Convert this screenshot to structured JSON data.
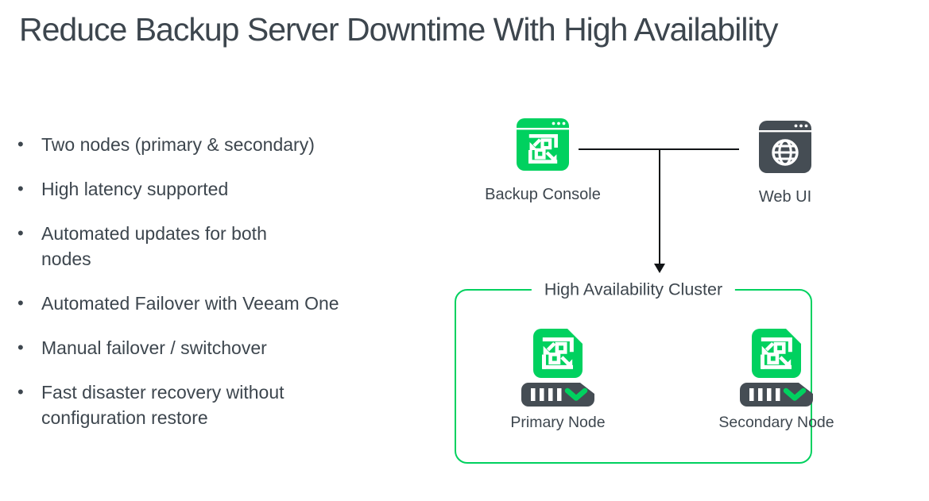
{
  "slide": {
    "title": "Reduce Backup Server Downtime With High Availability",
    "bullets": [
      "Two nodes (primary & secondary)",
      "High latency supported",
      "Automated updates for both\nnodes",
      "Automated Failover with Veeam One",
      "Manual failover / switchover",
      "Fast disaster recovery without\nconfiguration restore"
    ]
  },
  "diagram": {
    "backup_console": {
      "label": "Backup Console",
      "icon": "backup-console-window-icon"
    },
    "web_ui": {
      "label": "Web UI",
      "icon": "web-browser-globe-icon"
    },
    "connector": {
      "shape": "tee-with-down-arrow"
    },
    "cluster": {
      "title": "High Availability Cluster",
      "nodes": [
        {
          "label": "Primary Node",
          "icon": "veeam-node-icon",
          "status_icon": "green-checkmark"
        },
        {
          "label": "Secondary Node",
          "icon": "veeam-node-icon",
          "status_icon": "green-checkmark"
        }
      ]
    },
    "colors": {
      "green": "#00d15f",
      "dark": "#454d54",
      "line": "#111416",
      "text": "#3d464e"
    }
  }
}
